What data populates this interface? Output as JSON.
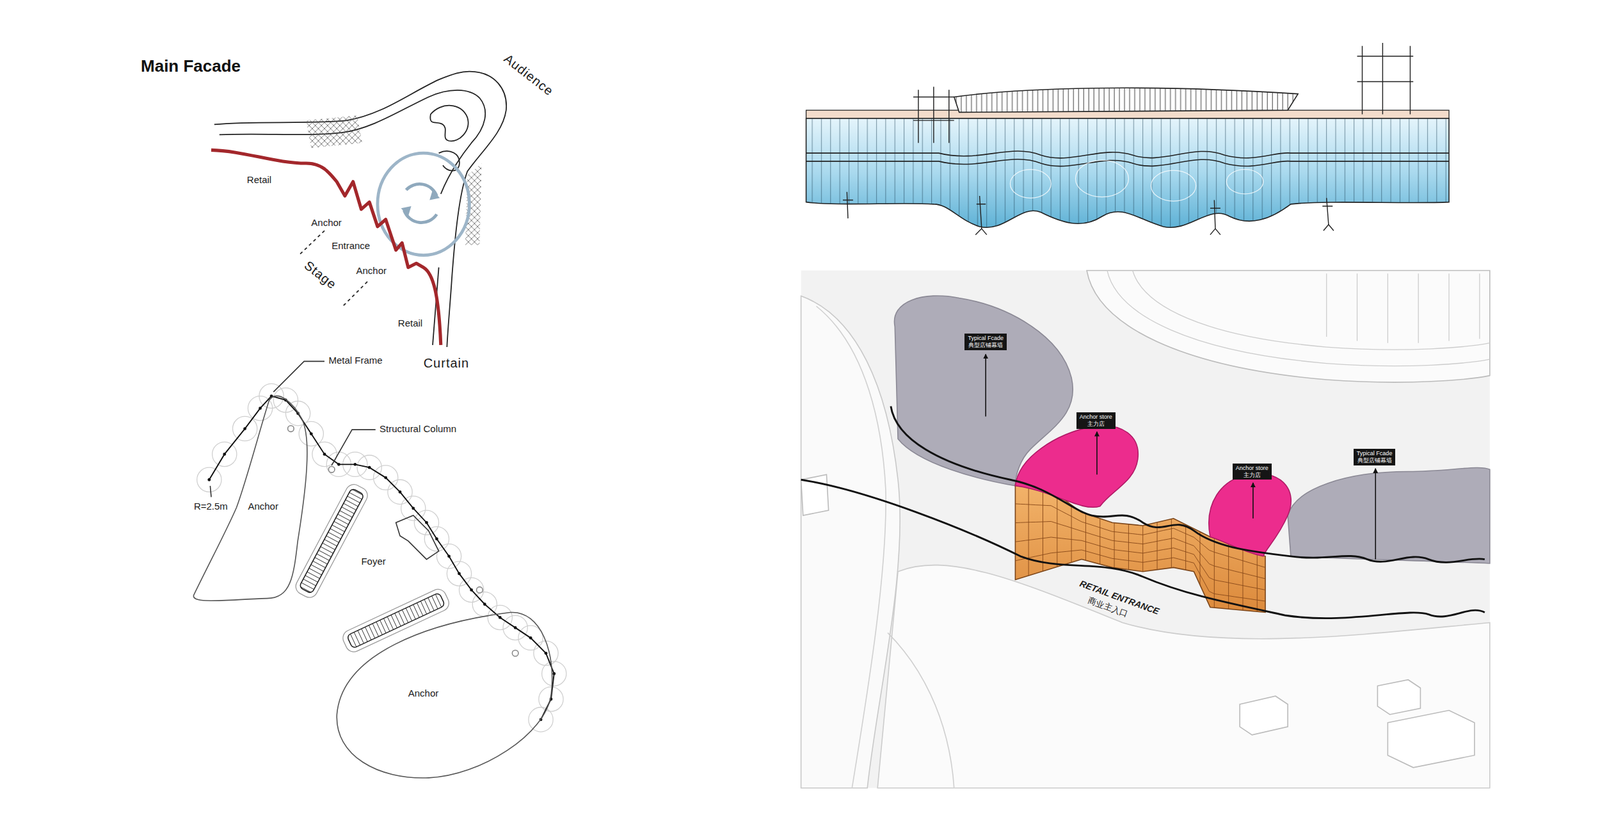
{
  "diagram": {
    "title": "Main Facade",
    "nodes": [
      {
        "text": [
          "Anchor"
        ]
      },
      {
        "text": [
          "Anchor"
        ]
      },
      {
        "text": [
          "Typical Fcade",
          "典型店铺幕墙"
        ]
      },
      {
        "text": [
          "Anchor store",
          "主力店"
        ]
      },
      {
        "text": [
          "Anchor store",
          "主力店"
        ]
      },
      {
        "text": [
          "Typical Fcade",
          "典型店铺幕墙"
        ]
      }
    ],
    "labels": [
      "Audience",
      "Retail",
      "Anchor",
      "Entrance",
      "Stage",
      "Anchor",
      "Retail",
      "Curtain",
      "Metal Frame",
      "Structural Column",
      "R=2.5m",
      "Foyer",
      "RETAIL ENTRANCE",
      "商业主入口"
    ]
  }
}
